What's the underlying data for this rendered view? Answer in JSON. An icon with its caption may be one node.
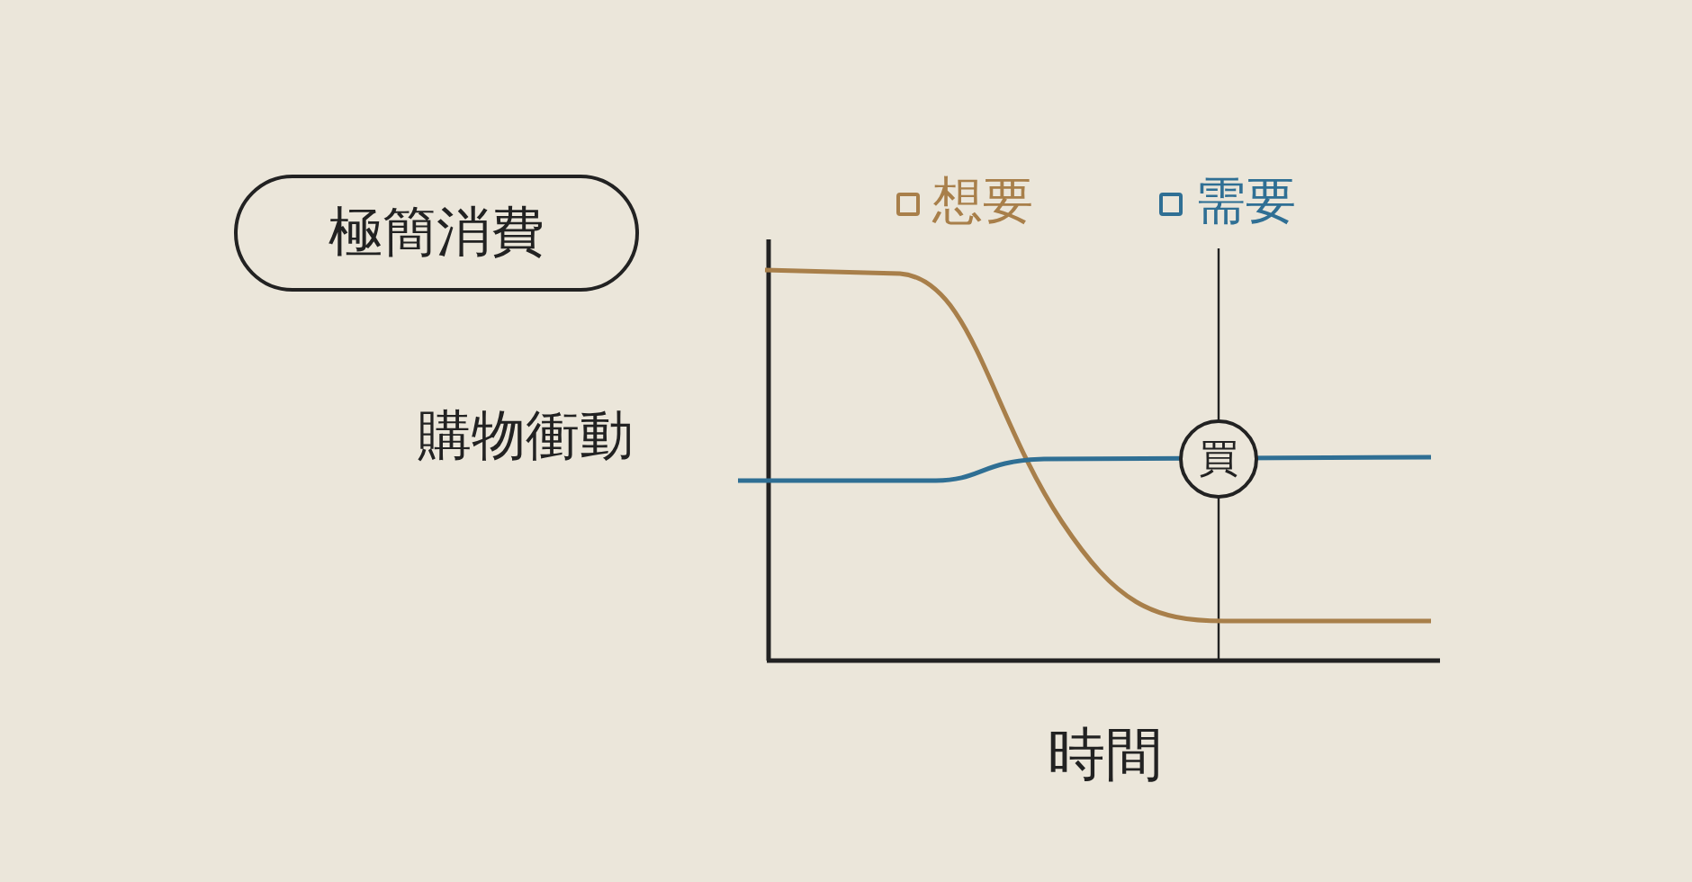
{
  "diagram": {
    "nodes": [
      {
        "text": [
          "極簡消費"
        ]
      },
      {
        "text": [
          "買"
        ]
      }
    ],
    "labels": [
      "購物衝動",
      "時間"
    ],
    "legend": [
      {
        "text": "想要",
        "color": "#a87f4a"
      },
      {
        "text": "需要",
        "color": "#2f6f94"
      }
    ]
  }
}
